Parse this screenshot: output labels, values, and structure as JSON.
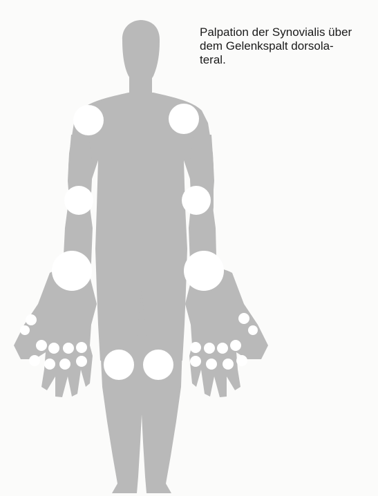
{
  "caption": {
    "lines": [
      "Palpation der Synovialis über",
      "dem Gelenkspalt dorsola-",
      "teral."
    ]
  },
  "colors": {
    "page_background": "#fbfbfa",
    "body_fill": "#b9b9b9",
    "joint_marker_fill": "#ffffff",
    "caption_text": "#1a1a1a"
  },
  "figure": {
    "subject": "human-body-front-view-silhouette",
    "marked_joints": [
      "right-shoulder",
      "left-shoulder",
      "right-elbow",
      "left-elbow",
      "right-wrist",
      "left-wrist",
      "right-knee",
      "left-knee",
      "right-hand-finger-joints",
      "left-hand-finger-joints"
    ]
  }
}
